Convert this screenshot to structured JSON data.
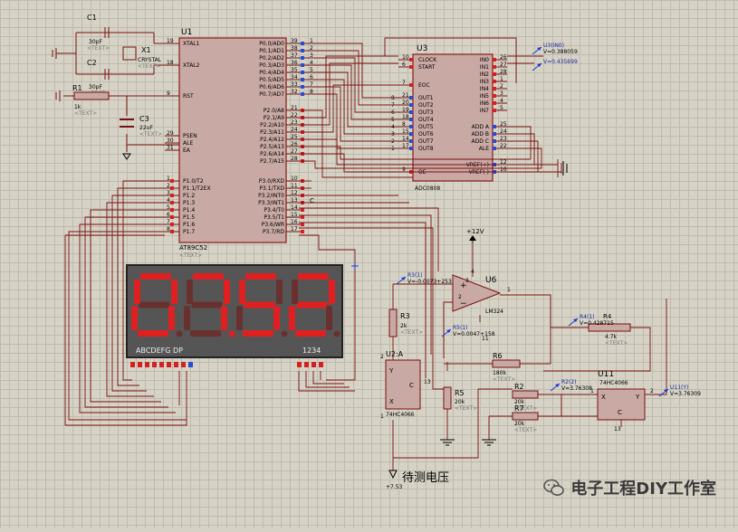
{
  "components": {
    "mcu": {
      "ref": "U1",
      "part": "AT89C52",
      "text": "<TEXT>"
    },
    "adc": {
      "ref": "U3",
      "part": "ADC0808"
    },
    "opamp": {
      "ref": "U6",
      "part": "LM324"
    },
    "switch_a": {
      "ref": "U2:A",
      "part": "74HC4066"
    },
    "switch_b": {
      "ref": "U11",
      "part": "74HC4066"
    },
    "c1": {
      "ref": "C1",
      "value": "30pF",
      "text": "<TEXT>"
    },
    "c2": {
      "ref": "C2",
      "value": "30pF",
      "text": "<TEXT>"
    },
    "c3": {
      "ref": "C3",
      "value": "22uF",
      "text": "<TEXT>"
    },
    "x1": {
      "ref": "X1",
      "value": "CRYSTAL",
      "text": "<TEXT>"
    },
    "r1": {
      "ref": "R1",
      "value": "1k",
      "text": "<TEXT>"
    },
    "r2": {
      "ref": "R2",
      "value": "20k",
      "text": "<TEXT>"
    },
    "r3": {
      "ref": "R3",
      "value": "2k",
      "text": "<TEXT>"
    },
    "r4": {
      "ref": "R4",
      "value": "4.7k",
      "text": "<TEXT>"
    },
    "r5": {
      "ref": "R5",
      "value": "20k",
      "text": "<TEXT>"
    },
    "r6": {
      "ref": "R6",
      "value": "180k",
      "text": "<TEXT>"
    },
    "r7": {
      "ref": "R7",
      "value": "20k",
      "text": "<TEXT>"
    }
  },
  "mcu_pins": {
    "left": [
      {
        "n": "19",
        "name": "XTAL1"
      },
      {
        "n": "18",
        "name": "XTAL2"
      },
      {
        "n": "9",
        "name": "RST"
      },
      {
        "n": "29",
        "name": "PSEN"
      },
      {
        "n": "30",
        "name": "ALE"
      },
      {
        "n": "31",
        "name": "EA"
      },
      {
        "n": "1",
        "name": "P1.0/T2"
      },
      {
        "n": "2",
        "name": "P1.1/T2EX"
      },
      {
        "n": "3",
        "name": "P1.2"
      },
      {
        "n": "4",
        "name": "P1.3"
      },
      {
        "n": "5",
        "name": "P1.4"
      },
      {
        "n": "6",
        "name": "P1.5"
      },
      {
        "n": "7",
        "name": "P1.6"
      },
      {
        "n": "8",
        "name": "P1.7"
      }
    ],
    "right": [
      {
        "n": "39",
        "name": "P0.0/AD0"
      },
      {
        "n": "38",
        "name": "P0.1/AD1"
      },
      {
        "n": "37",
        "name": "P0.2/AD2"
      },
      {
        "n": "36",
        "name": "P0.3/AD3"
      },
      {
        "n": "35",
        "name": "P0.4/AD4"
      },
      {
        "n": "34",
        "name": "P0.5/AD5"
      },
      {
        "n": "33",
        "name": "P0.6/AD6"
      },
      {
        "n": "32",
        "name": "P0.7/AD7"
      },
      {
        "n": "21",
        "name": "P2.0/A8"
      },
      {
        "n": "22",
        "name": "P2.1/A9"
      },
      {
        "n": "23",
        "name": "P2.2/A10"
      },
      {
        "n": "24",
        "name": "P2.3/A11"
      },
      {
        "n": "25",
        "name": "P2.4/A12"
      },
      {
        "n": "26",
        "name": "P2.5/A13"
      },
      {
        "n": "27",
        "name": "P2.6/A14"
      },
      {
        "n": "28",
        "name": "P2.7/A15"
      },
      {
        "n": "10",
        "name": "P3.0/RXD"
      },
      {
        "n": "11",
        "name": "P3.1/TXD"
      },
      {
        "n": "12",
        "name": "P3.2/INT0"
      },
      {
        "n": "13",
        "name": "P3.3/INT1"
      },
      {
        "n": "14",
        "name": "P3.4/T0"
      },
      {
        "n": "15",
        "name": "P3.5/T1"
      },
      {
        "n": "16",
        "name": "P3.6/WR"
      },
      {
        "n": "17",
        "name": "P3.7/RD"
      }
    ],
    "bus_labels": [
      "1",
      "2",
      "3",
      "4",
      "5",
      "6",
      "7",
      "8"
    ]
  },
  "adc_pins": {
    "left": [
      {
        "n": "10",
        "name": "CLOCK"
      },
      {
        "n": "6",
        "name": "START"
      },
      {
        "n": "7",
        "name": "EOC"
      },
      {
        "n": "21",
        "name": "OUT1"
      },
      {
        "n": "20",
        "name": "OUT2"
      },
      {
        "n": "19",
        "name": "OUT3"
      },
      {
        "n": "18",
        "name": "OUT4"
      },
      {
        "n": "8",
        "name": "OUT5"
      },
      {
        "n": "15",
        "name": "OUT6"
      },
      {
        "n": "14",
        "name": "OUT7"
      },
      {
        "n": "17",
        "name": "OUT8"
      },
      {
        "n": "9",
        "name": "OE"
      }
    ],
    "left_bus": [
      "8",
      "7",
      "6",
      "5",
      "4",
      "3",
      "2",
      "1"
    ],
    "right": [
      {
        "n": "26",
        "name": "IN0"
      },
      {
        "n": "27",
        "name": "IN1"
      },
      {
        "n": "28",
        "name": "IN2"
      },
      {
        "n": "1",
        "name": "IN3"
      },
      {
        "n": "2",
        "name": "IN4"
      },
      {
        "n": "3",
        "name": "IN5"
      },
      {
        "n": "4",
        "name": "IN6"
      },
      {
        "n": "5",
        "name": "IN7"
      },
      {
        "n": "25",
        "name": "ADD A"
      },
      {
        "n": "24",
        "name": "ADD B"
      },
      {
        "n": "23",
        "name": "ADD C"
      },
      {
        "n": "22",
        "name": "ALE"
      },
      {
        "n": "12",
        "name": "VREF(+)"
      },
      {
        "n": "16",
        "name": "VREF(-)"
      }
    ]
  },
  "display": {
    "digits": [
      "0",
      "7.",
      "5",
      "2"
    ],
    "segments_label": "ABCDEFG  DP",
    "digit_select_label": "1234"
  },
  "probes": [
    {
      "name": "U3(IN0)",
      "value": "V=0.388059"
    },
    {
      "name": "V=0.435699",
      "value": ""
    },
    {
      "name": "R3(1)",
      "value": "V=-0.0073+253"
    },
    {
      "name": "R4(1)",
      "value": "V=0.428715"
    },
    {
      "name": "R5(1)",
      "value": "V=0.0047+158"
    },
    {
      "name": "R2(2)",
      "value": "V=3.76308"
    },
    {
      "name": "U11(Y)",
      "value": "V=3.76309"
    }
  ],
  "opamp_pins": {
    "plus": "3",
    "minus": "2",
    "out": "1",
    "v_plus": "4",
    "v_minus": "11"
  },
  "switch_pins": {
    "a_x": "1",
    "a_y": "2",
    "a_c": "13",
    "b_x": "X",
    "b_y": "Y",
    "b_c": "C",
    "b_pin_left": "1",
    "b_pin_right": "2",
    "b_pin_ctrl": "13"
  },
  "rails": {
    "vcc": "+12V",
    "test_voltage_label": "待测电压",
    "test_voltage_value": "+7.53",
    "vcc2_label": "+7.53"
  },
  "misc": {
    "p3_2_net": "C"
  },
  "watermark": {
    "text": "电子工程DIY工作室"
  }
}
